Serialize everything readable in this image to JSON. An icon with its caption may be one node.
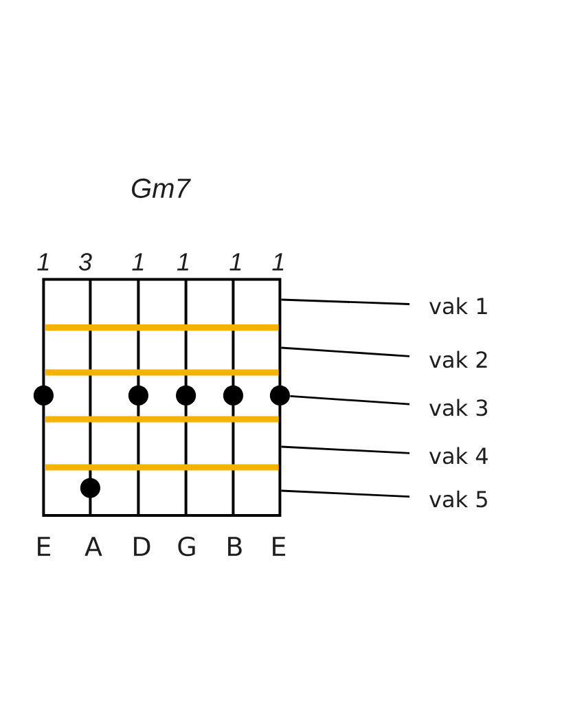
{
  "diagram": {
    "title": "Gm7",
    "nodes": [
      {
        "text": [],
        "shape": "box"
      },
      {
        "text": [
          "vak 1"
        ]
      },
      {
        "text": [
          "vak 2"
        ]
      },
      {
        "text": [
          "vak 3"
        ]
      },
      {
        "text": [
          "vak 4"
        ]
      },
      {
        "text": [
          "vak 5"
        ]
      },
      {
        "text": [],
        "shape": "circle"
      }
    ],
    "edges": [
      {
        "from": 1,
        "to": 0,
        "arrow": "none"
      },
      {
        "from": 2,
        "to": 0,
        "arrow": "none"
      },
      {
        "from": 3,
        "to": 6,
        "arrow": "none"
      },
      {
        "from": 4,
        "to": 0,
        "arrow": "none"
      },
      {
        "from": 5,
        "to": 0,
        "arrow": "none"
      }
    ],
    "labels": [
      "1",
      "3",
      "1",
      "1",
      "1",
      "1",
      "E",
      "A",
      "D",
      "G",
      "B",
      "E"
    ]
  }
}
